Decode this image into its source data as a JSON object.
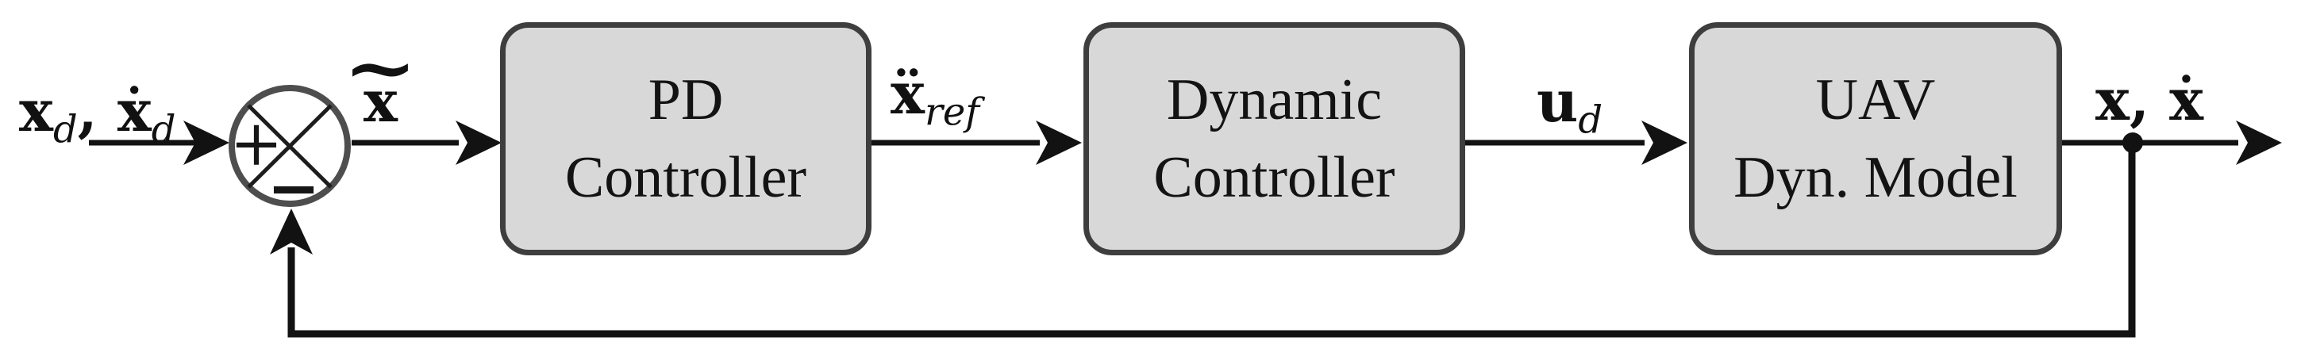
{
  "diagram": {
    "type": "control-block-diagram",
    "description": "UAV cascaded control loop: summing junction, PD controller, dynamic controller, UAV dynamic model with unity feedback",
    "background_color": "#ffffff",
    "colors": {
      "block_fill": "#d8d8d8",
      "block_border": "#3e3e3e",
      "wire": "#121212",
      "junction_ring": "#4e4e4e",
      "text": "#111111"
    },
    "blocks": [
      {
        "name": "PD Controller",
        "line1": "PD",
        "line2": "Controller"
      },
      {
        "name": "Dynamic Controller",
        "line1": "Dynamic",
        "line2": "Controller"
      },
      {
        "name": "UAV Dynamic Model",
        "line1": "UAV",
        "line2": "Dyn. Model"
      }
    ],
    "summing_junction": {
      "plus_label": "+",
      "minus_label": "−"
    },
    "signals": {
      "input": {
        "base1": "x",
        "sub1": "d",
        "separator": ", ",
        "base2": "ẋ",
        "sub2": "d"
      },
      "error": {
        "base": "x",
        "accent": "~"
      },
      "reference": {
        "base": "ẍ",
        "sub": "ref"
      },
      "control": {
        "base": "u",
        "sub": "d"
      },
      "output": {
        "base1": "x",
        "separator": ", ",
        "base2": "ẋ"
      }
    }
  }
}
